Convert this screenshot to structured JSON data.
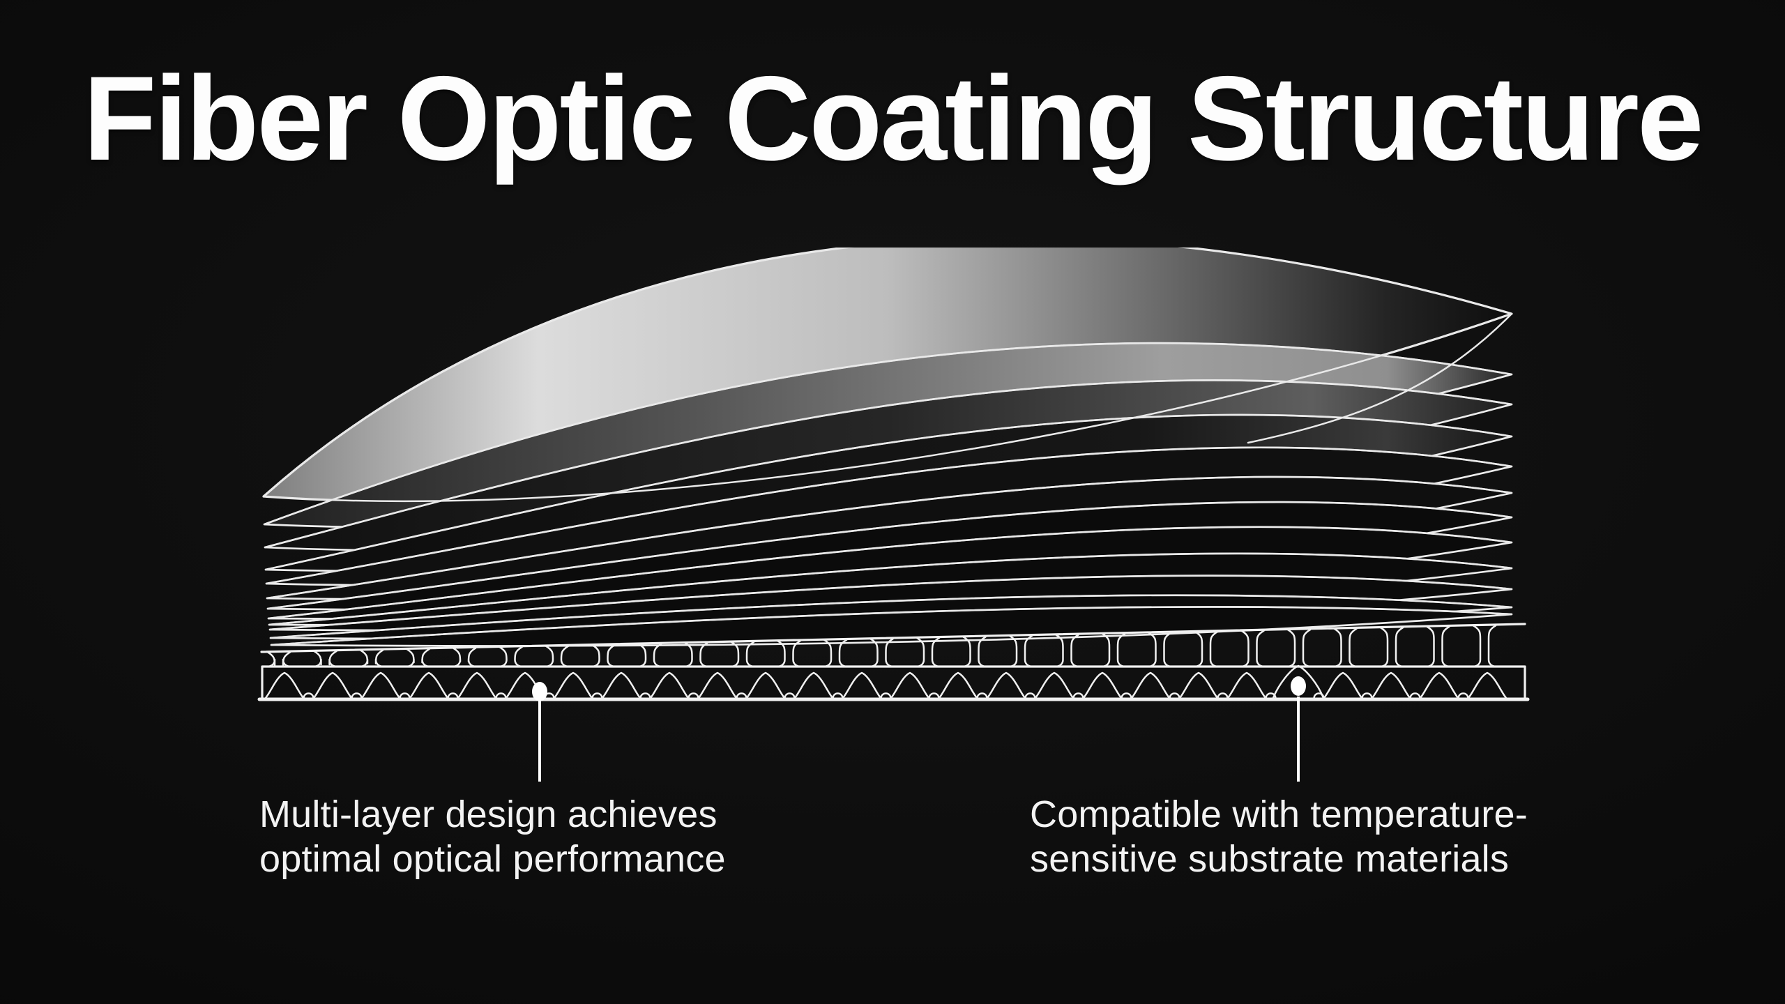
{
  "page": {
    "title": "Fiber Optic Coating Structure",
    "background_color": "#0c0c0c",
    "text_color": "#f3f3f3"
  },
  "diagram": {
    "description": "Exploded cross-section of a multi-layer optical coating stack hovering above a textured substrate",
    "layer_count": 12,
    "substrate": {
      "comb_stems": 27,
      "arches": 26,
      "highlight_arch_index": 21
    },
    "colors": {
      "outline": "#ececec",
      "lens_silver": "#dcdcdc",
      "layer_gray": "#9e9e9e",
      "layer_dark": "#0b0b0b"
    }
  },
  "annotations": {
    "left": {
      "line1": "Multi-layer design achieves",
      "line2": "optimal optical performance"
    },
    "right": {
      "line1": "Compatible with temperature-",
      "line2": "sensitive substrate materials"
    }
  }
}
